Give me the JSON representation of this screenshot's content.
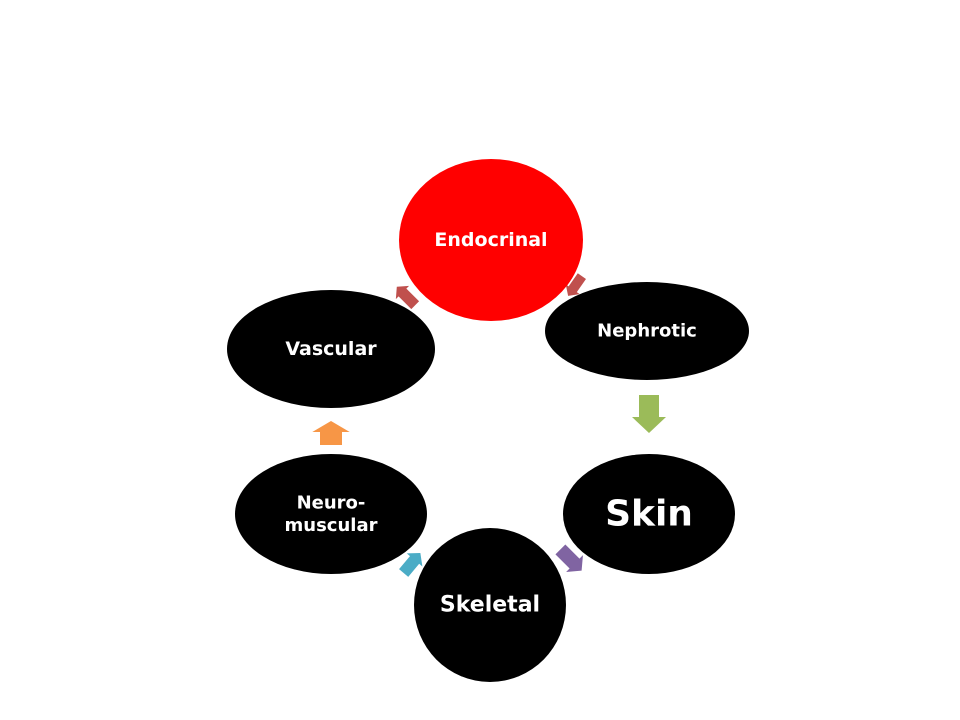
{
  "diagram": {
    "nodes": [
      {
        "id": "endocrinal",
        "lines": [
          "Endocrinal"
        ],
        "fill": "#ff0000"
      },
      {
        "id": "nephrotic",
        "lines": [
          "Nephrotic"
        ],
        "fill": "#000000"
      },
      {
        "id": "skin",
        "lines": [
          "Skin"
        ],
        "fill": "#000000"
      },
      {
        "id": "skeletal",
        "lines": [
          "Skeletal"
        ],
        "fill": "#000000"
      },
      {
        "id": "neuromuscular",
        "lines": [
          "Neuro-",
          "muscular"
        ],
        "fill": "#000000"
      },
      {
        "id": "vascular",
        "lines": [
          "Vascular"
        ],
        "fill": "#000000"
      }
    ],
    "connectors": [
      {
        "from": "endocrinal",
        "to": "nephrotic",
        "color": "#c0504d"
      },
      {
        "from": "nephrotic",
        "to": "skin",
        "color": "#9bbb59"
      },
      {
        "from": "skin",
        "to": "skeletal",
        "color": "#8064a2"
      },
      {
        "from": "skeletal",
        "to": "neuromuscular",
        "color": "#4bacc6"
      },
      {
        "from": "neuromuscular",
        "to": "vascular",
        "color": "#f79646"
      },
      {
        "from": "vascular",
        "to": "endocrinal",
        "color": "#c0504d"
      }
    ]
  }
}
